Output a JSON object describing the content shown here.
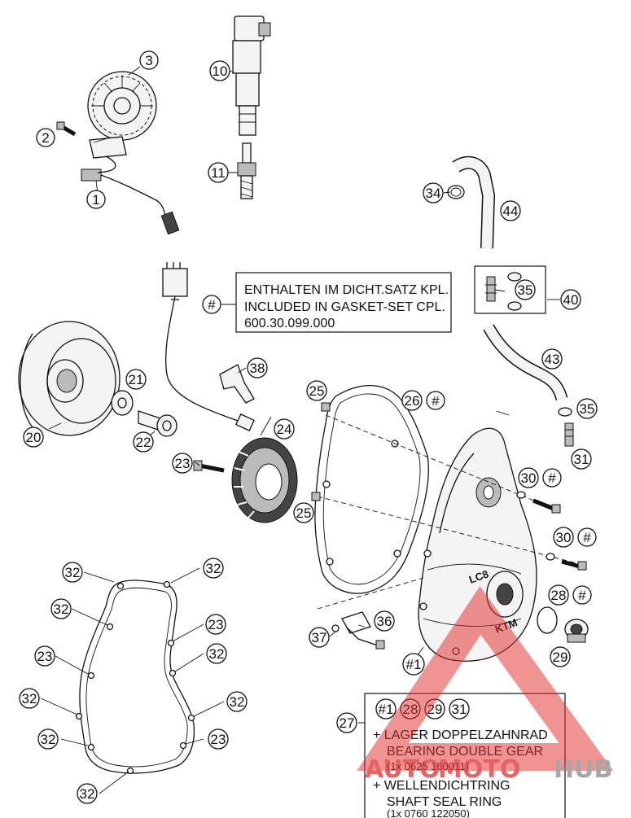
{
  "callouts": {
    "c1": "1",
    "c2": "2",
    "c3": "3",
    "c10": "10",
    "c11": "11",
    "c20": "20",
    "c21": "21",
    "c22": "22",
    "c23a": "23",
    "c24": "24",
    "c25a": "25",
    "c25b": "25",
    "c26": "26",
    "c27": "27",
    "c28": "28",
    "c29": "29",
    "c30a": "30",
    "c30b": "30",
    "c31": "31",
    "c32a": "32",
    "c32b": "32",
    "c32c": "32",
    "c32d": "32",
    "c32e": "32",
    "c32f": "32",
    "c32g": "32",
    "c23b": "23",
    "c23c": "23",
    "c23d": "23",
    "c34": "34",
    "c35a": "35",
    "c35b": "35",
    "c36": "36",
    "c37": "37",
    "c38": "38",
    "c40": "40",
    "c43": "43",
    "c44": "44",
    "hash": "#",
    "hash1": "#1"
  },
  "gasket_note": {
    "symbol": "#",
    "line1": "ENTHALTEN IM DICHT.SATZ KPL.",
    "line2": "INCLUDED IN GASKET-SET CPL.",
    "line3": "600.30.099.000"
  },
  "kit_note": {
    "refs": [
      "#1",
      "28",
      "29",
      "31"
    ],
    "item1_de": "+ LAGER DOPPELZAHNRAD",
    "item1_en": "BEARING DOUBLE GEAR",
    "item1_pn": "(1x 0625 160011)",
    "item2_de": "+ WELLENDICHTRING",
    "item2_en": "SHAFT SEAL RING",
    "item2_pn": "(1x 0760 122050)"
  },
  "cover_text": {
    "logo": "LC8",
    "brand": "KTM"
  },
  "watermark": {
    "part1": "AUTO",
    "part2": "MOTO",
    "part3": "HUB",
    "color_red": "#e03030",
    "color_gray": "#8a8a8a"
  }
}
